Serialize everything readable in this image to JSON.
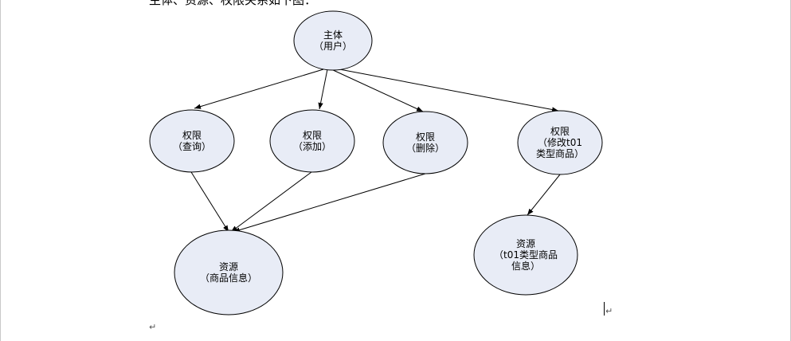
{
  "document": {
    "intro_text": "主体、资源、权限关系如下图：",
    "paragraph_mark": "↵"
  },
  "diagram": {
    "nodes": [
      {
        "id": "subject",
        "lines": [
          "主体",
          "（用户）"
        ]
      },
      {
        "id": "perm-query",
        "lines": [
          "权限",
          "（查询）"
        ]
      },
      {
        "id": "perm-add",
        "lines": [
          "权限",
          "（添加）"
        ]
      },
      {
        "id": "perm-delete",
        "lines": [
          "权限",
          "（删除）"
        ]
      },
      {
        "id": "perm-modify-t01",
        "lines": [
          "权限",
          "（修改t01",
          "类型商品）"
        ]
      },
      {
        "id": "resource-goods",
        "lines": [
          "资源",
          "（商品信息）"
        ]
      },
      {
        "id": "resource-t01-goods",
        "lines": [
          "资源",
          "（t01类型商品",
          "信息）"
        ]
      }
    ],
    "edges": [
      {
        "from": "subject",
        "to": "perm-query"
      },
      {
        "from": "subject",
        "to": "perm-add"
      },
      {
        "from": "subject",
        "to": "perm-delete"
      },
      {
        "from": "subject",
        "to": "perm-modify-t01"
      },
      {
        "from": "perm-query",
        "to": "resource-goods"
      },
      {
        "from": "perm-add",
        "to": "resource-goods"
      },
      {
        "from": "perm-delete",
        "to": "resource-goods"
      },
      {
        "from": "perm-modify-t01",
        "to": "resource-t01-goods"
      }
    ]
  }
}
